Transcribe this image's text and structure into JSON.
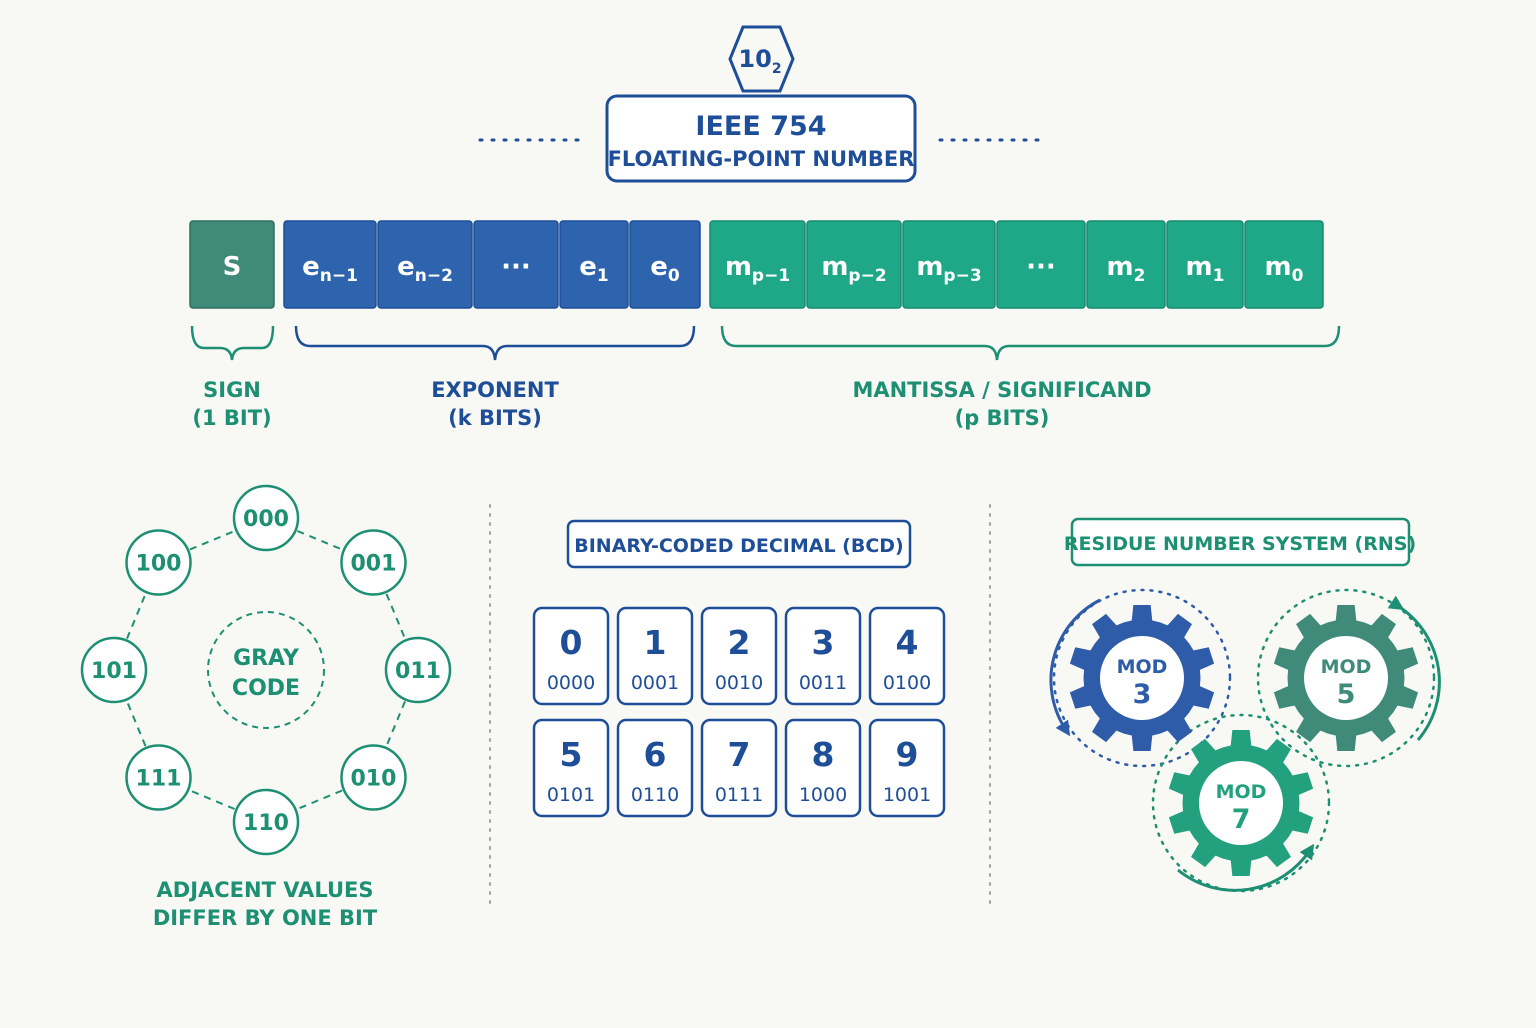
{
  "colors": {
    "blue": "#1f4e99",
    "blue_fill": "#2d64ad",
    "teal": "#1d8f73",
    "teal_fill": "#1fa888",
    "sign_fill": "#3f8a78",
    "gear_blue": "#2e5ca8",
    "gear_slate": "#3f8a78",
    "gear_teal": "#23a17f",
    "background": "#f8f8f5"
  },
  "badge": {
    "base": "10",
    "sub": "2"
  },
  "header": {
    "line1": "IEEE 754",
    "line2": "FLOATING-POINT NUMBER"
  },
  "bits": [
    {
      "main": "S",
      "sub": "",
      "group": "sign"
    },
    {
      "main": "e",
      "sub": "n−1",
      "group": "exp"
    },
    {
      "main": "e",
      "sub": "n−2",
      "group": "exp"
    },
    {
      "main": "···",
      "sub": "",
      "group": "exp"
    },
    {
      "main": "e",
      "sub": "1",
      "group": "exp"
    },
    {
      "main": "e",
      "sub": "0",
      "group": "exp"
    },
    {
      "main": "m",
      "sub": "p−1",
      "group": "man"
    },
    {
      "main": "m",
      "sub": "p−2",
      "group": "man"
    },
    {
      "main": "m",
      "sub": "p−3",
      "group": "man"
    },
    {
      "main": "···",
      "sub": "",
      "group": "man"
    },
    {
      "main": "m",
      "sub": "2",
      "group": "man"
    },
    {
      "main": "m",
      "sub": "1",
      "group": "man"
    },
    {
      "main": "m",
      "sub": "0",
      "group": "man"
    }
  ],
  "fields": {
    "sign": {
      "line1": "SIGN",
      "line2": "(1 BIT)"
    },
    "exponent": {
      "line1": "EXPONENT",
      "line2": "(k BITS)"
    },
    "mantissa": {
      "line1": "MANTISSA / SIGNIFICAND",
      "line2": "(p BITS)"
    }
  },
  "gray": {
    "center1": "GRAY",
    "center2": "CODE",
    "nodes": [
      "000",
      "001",
      "011",
      "010",
      "110",
      "111",
      "101",
      "100"
    ],
    "caption1": "ADJACENT VALUES",
    "caption2": "DIFFER BY ONE BIT"
  },
  "bcd": {
    "title": "BINARY-CODED DECIMAL (BCD)",
    "cells": [
      {
        "digit": "0",
        "code": "0000"
      },
      {
        "digit": "1",
        "code": "0001"
      },
      {
        "digit": "2",
        "code": "0010"
      },
      {
        "digit": "3",
        "code": "0011"
      },
      {
        "digit": "4",
        "code": "0100"
      },
      {
        "digit": "5",
        "code": "0101"
      },
      {
        "digit": "6",
        "code": "0110"
      },
      {
        "digit": "7",
        "code": "0111"
      },
      {
        "digit": "8",
        "code": "1000"
      },
      {
        "digit": "9",
        "code": "1001"
      }
    ]
  },
  "rns": {
    "title": "RESIDUE NUMBER SYSTEM (RNS)",
    "gears": [
      {
        "label": "MOD",
        "value": "3"
      },
      {
        "label": "MOD",
        "value": "5"
      },
      {
        "label": "MOD",
        "value": "7"
      }
    ]
  }
}
